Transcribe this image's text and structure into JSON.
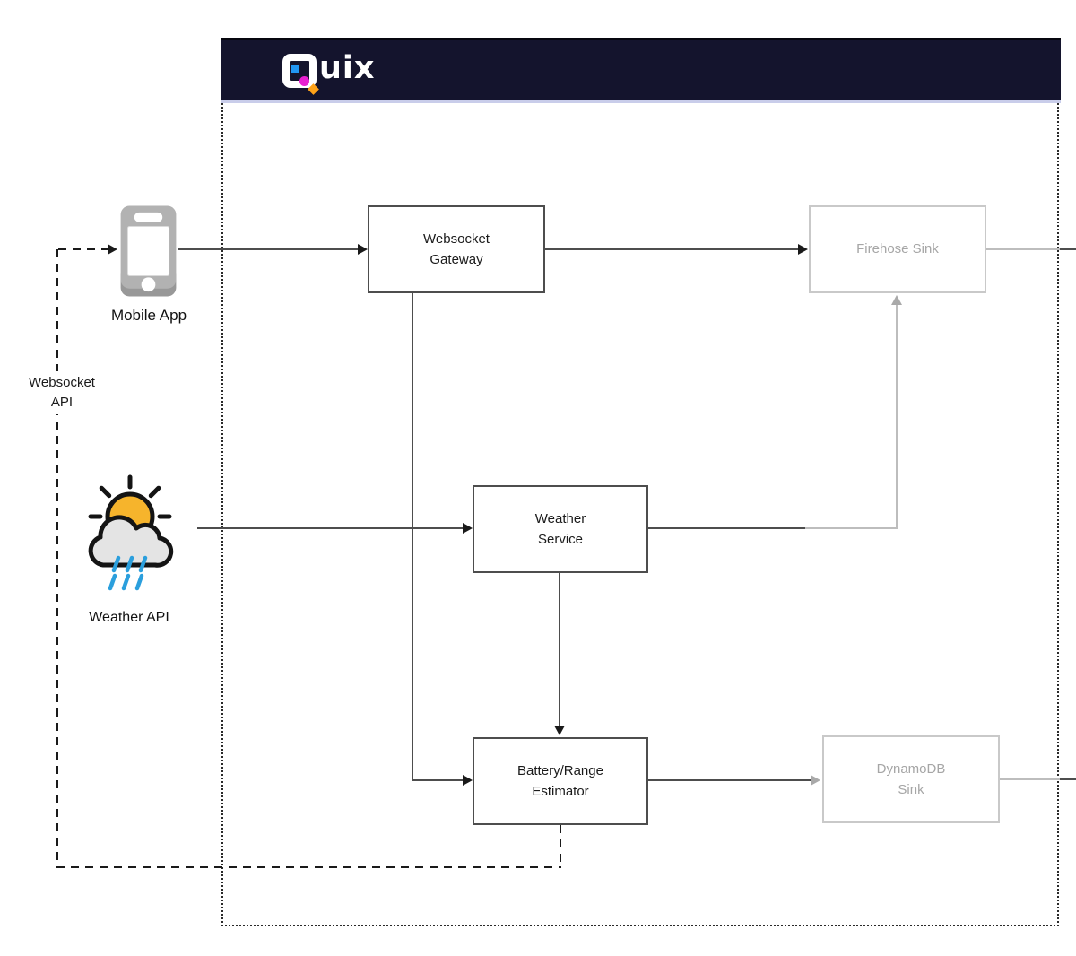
{
  "header": {
    "logo_name": "Quix",
    "logo_text": "uix"
  },
  "pipeline": {
    "nodes": {
      "websocket_gateway": {
        "line1": "Websocket",
        "line2": "Gateway",
        "state": "active"
      },
      "firehose_sink": {
        "line1": "Firehose Sink",
        "state": "inactive"
      },
      "weather_service": {
        "line1": "Weather",
        "line2": "Service",
        "state": "active"
      },
      "battery_range_estimator": {
        "line1": "Battery/Range",
        "line2": "Estimator",
        "state": "active"
      },
      "dynamodb_sink": {
        "line1": "DynamoDB",
        "line2": "Sink",
        "state": "inactive"
      }
    },
    "edges": [
      {
        "from": "websocket_api",
        "to": "mobile_app",
        "style": "dashed"
      },
      {
        "from": "mobile_app",
        "to": "websocket_gateway",
        "style": "solid"
      },
      {
        "from": "websocket_gateway",
        "to": "firehose_sink",
        "style": "solid"
      },
      {
        "from": "websocket_gateway",
        "to": "battery_range_estimator",
        "style": "solid"
      },
      {
        "from": "weather_api",
        "to": "weather_service",
        "style": "solid"
      },
      {
        "from": "weather_service",
        "to": "firehose_sink",
        "style": "solid-then-gray"
      },
      {
        "from": "weather_service",
        "to": "battery_range_estimator",
        "style": "solid"
      },
      {
        "from": "battery_range_estimator",
        "to": "dynamodb_sink",
        "style": "solid-gray-arrow"
      },
      {
        "from": "battery_range_estimator",
        "to": "websocket_api",
        "style": "dashed-loop"
      },
      {
        "from": "firehose_sink",
        "to": "right-edge",
        "style": "gray"
      },
      {
        "from": "dynamodb_sink",
        "to": "right-edge",
        "style": "gray"
      }
    ]
  },
  "external": {
    "mobile_app": {
      "label": "Mobile App",
      "icon": "smartphone-icon"
    },
    "weather_api": {
      "label": "Weather API",
      "icon": "sun-rain-cloud-icon"
    },
    "websocket_api": {
      "line1": "Websocket",
      "line2": "API"
    }
  },
  "colors": {
    "header_bg": "#14142d",
    "header_underline": "#c9cdea",
    "active_line": "#4d4d4d",
    "inactive_line": "#bdbdbd",
    "box_border_active": "#4d4d4d",
    "box_border_inactive": "#c9c9c9",
    "box_text_inactive": "#a6a6a6",
    "dashed_line": "#1a1a1a",
    "logo_blue": "#2196f3",
    "logo_magenta": "#e91fd0",
    "logo_orange": "#ffa319",
    "sun_yellow": "#f6b42c",
    "cloud_gray": "#e4e4e4",
    "rain_blue": "#2b9fdd",
    "phone_gray": "#b2b2b2"
  }
}
